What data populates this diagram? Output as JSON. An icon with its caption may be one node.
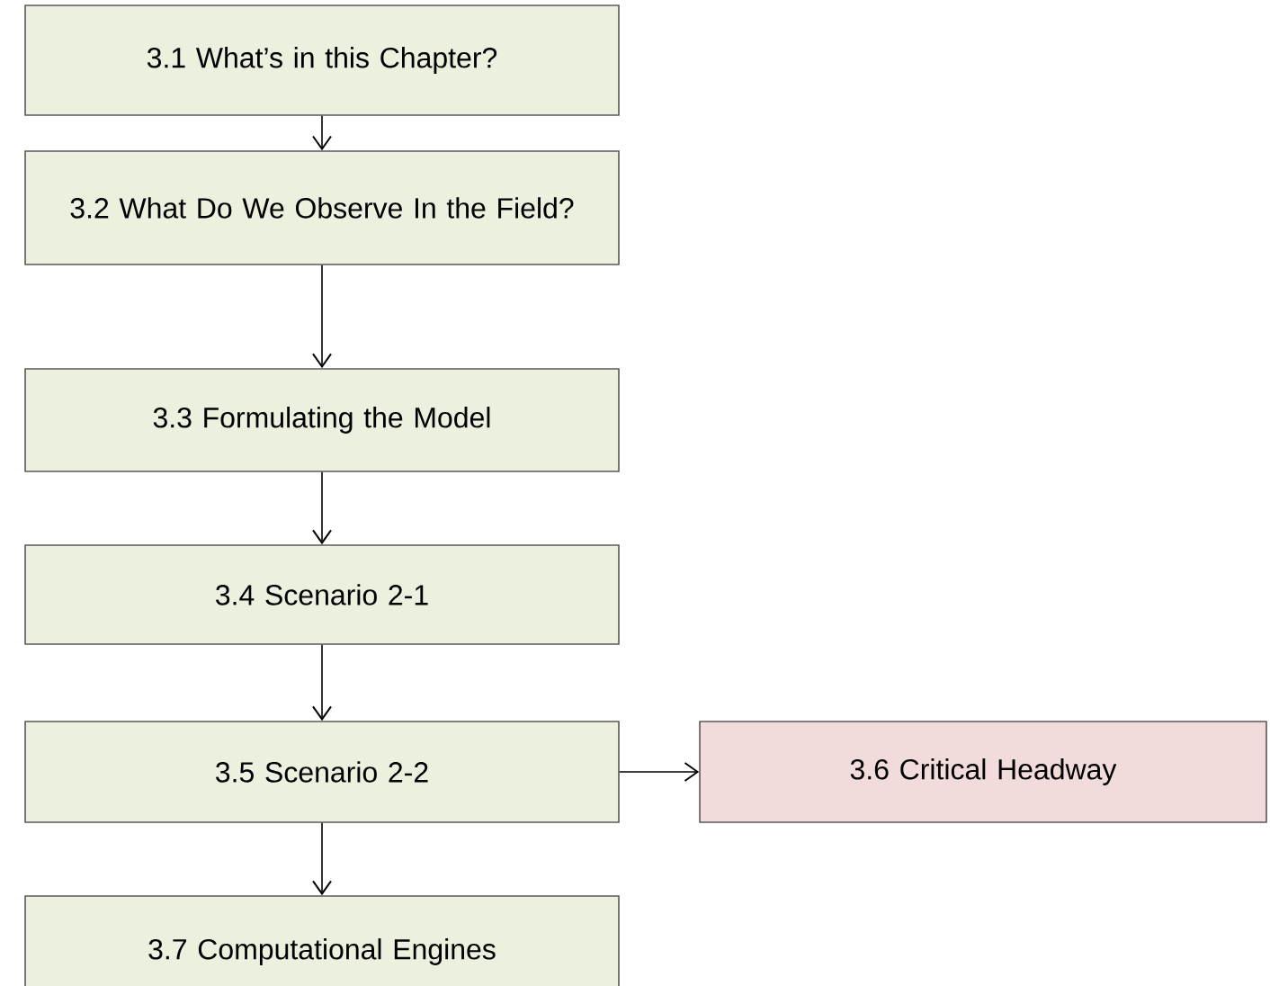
{
  "diagram": {
    "nodes": [
      {
        "text": [
          "3.1 What’s in this Chapter?"
        ]
      },
      {
        "text": [
          "3.2 What Do We Observe In the Field?"
        ]
      },
      {
        "text": [
          "3.3 Formulating the Model"
        ]
      },
      {
        "text": [
          "3.4 Scenario 2-1"
        ]
      },
      {
        "text": [
          "3.5 Scenario 2-2"
        ]
      },
      {
        "text": [
          "3.6 Critical Headway"
        ]
      },
      {
        "text": [
          "3.7 Computational Engines"
        ]
      }
    ],
    "edges": [
      {
        "from": 0,
        "to": 1,
        "arrow": "to"
      },
      {
        "from": 1,
        "to": 2,
        "arrow": "to"
      },
      {
        "from": 2,
        "to": 3,
        "arrow": "to"
      },
      {
        "from": 3,
        "to": 4,
        "arrow": "to"
      },
      {
        "from": 4,
        "to": 5,
        "arrow": "to"
      },
      {
        "from": 4,
        "to": 6,
        "arrow": "to"
      }
    ]
  }
}
